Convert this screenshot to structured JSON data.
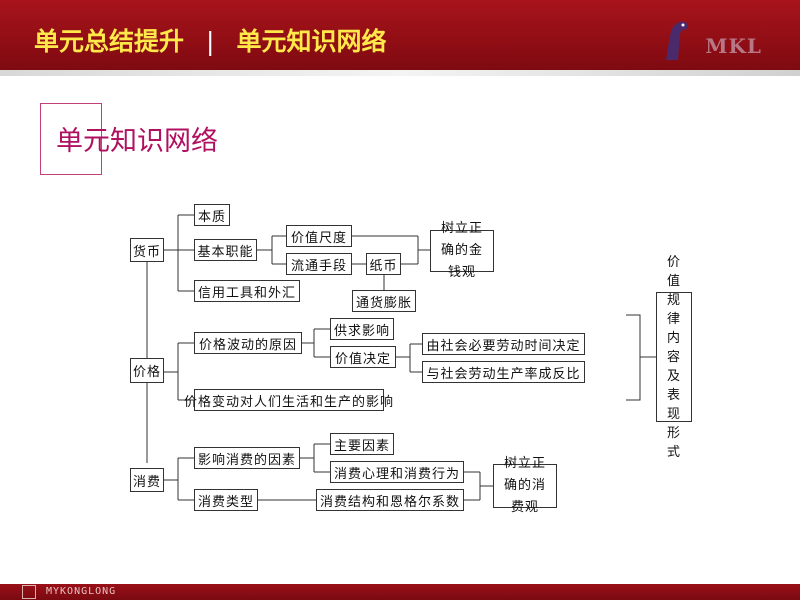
{
  "header": {
    "title_left": "单元总结提升",
    "separator": "|",
    "title_right": "单元知识网络",
    "logo_text": "MKL"
  },
  "section": {
    "title": "单元知识网络"
  },
  "nodes": {
    "huobi": "货币",
    "jiage": "价格",
    "xiaofei": "消费",
    "benzhi": "本质",
    "jiben_zhineng": "基本职能",
    "xinyong": "信用工具和外汇",
    "jiazhi_chidu": "价值尺度",
    "liutong_shouduan": "流通手段",
    "zhibi": "纸币",
    "tonghuo_pengzhang": "通货膨胀",
    "jinqian_guan": "树立正确的金钱观",
    "jiage_bodong_yuanyin": "价格波动的原因",
    "gongqiu_yingxiang": "供求影响",
    "jiazhi_jueding": "价值决定",
    "shehui_biyao": "由社会必要劳动时间决定",
    "shengchanlv": "与社会劳动生产率成反比",
    "jiage_biandong": "价格变动对人们生活和生产的影响",
    "jiazhi_guilv": "价值规律内容及表现形式",
    "yingxiang_xiaofei": "影响消费的因素",
    "xiaofei_leixing": "消费类型",
    "zhuyao_yinsu": "主要因素",
    "xiaofei_xinli": "消费心理和消费行为",
    "xiaofei_jiegou": "消费结构和恩格尔系数",
    "xiaofei_guan": "树立正确的消费观"
  },
  "footer": {
    "text": "MYKONGLONG"
  }
}
